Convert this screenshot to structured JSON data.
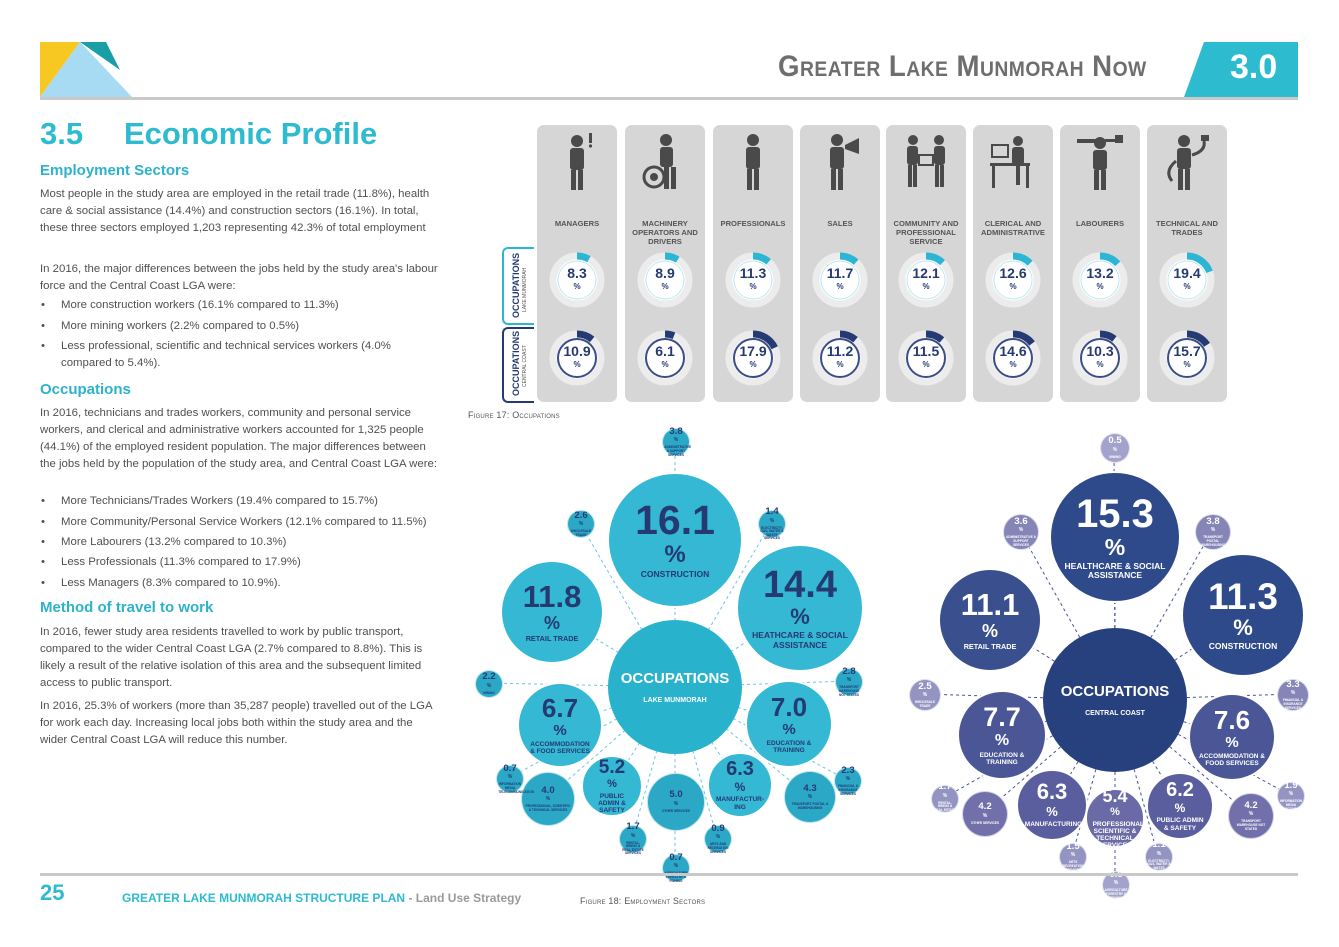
{
  "header": {
    "title": "Greater Lake Munmorah Now",
    "section": "3.0"
  },
  "colors": {
    "accent": "#2dbbd0",
    "yellow": "#f7c821",
    "teal_dark": "#189ea4",
    "light_blue": "#a6dbf3",
    "lake_bubble": "#34b8d3",
    "coast_bubble": "#2e4a8a",
    "lake_ring": "#2db5d4",
    "coast_ring": "#253a73"
  },
  "section": {
    "number": "3.5",
    "title": "Economic Profile"
  },
  "employment": {
    "heading": "Employment Sectors",
    "p1": "Most people in the study area are employed in the retail trade (11.8%), health care & social assistance (14.4%) and construction sectors (16.1%). In total, these three sectors employed 1,203 representing 42.3% of total employment",
    "p2": "In 2016, the major differences between the jobs held by the study area's labour force and the Central Coast LGA were:",
    "bullets": [
      "More construction workers (16.1% compared to 11.3%)",
      "More mining workers (2.2% compared to 0.5%)",
      "Less professional, scientific and technical services workers (4.0% compared to 5.4%)."
    ]
  },
  "occupations_text": {
    "heading": "Occupations",
    "p1": "In 2016, technicians and trades workers, community and personal service workers, and clerical and administrative workers accounted for 1,325 people (44.1%) of the employed resident population. The major differences between the jobs held by the population of the study area, and Central Coast LGA were:",
    "bullets": [
      "More Technicians/Trades Workers (19.4% compared to 15.7%)",
      "More Community/Personal Service Workers (12.1% compared to 11.5%)",
      "More Labourers (13.2% compared to 10.3%)",
      "Less Professionals (11.3% compared to 17.9%)",
      "Less Managers (8.3% compared to 10.9%)."
    ]
  },
  "travel": {
    "heading": "Method of travel to work",
    "p1": "In 2016, fewer study area residents travelled to work by public transport, compared to the wider Central Coast LGA (2.7% compared to 8.8%). This is likely a result of the relative isolation of this area and the subsequent limited access to public transport.",
    "p2": "In 2016, 25.3% of workers (more than 35,287 people) travelled out of the LGA for work each day. Increasing local jobs both within the study area and the wider Central Coast LGA will reduce this number."
  },
  "occupations_figure": {
    "caption": "Figure 17: Occupations",
    "row_lake_title": "OCCUPATIONS",
    "row_lake_sub": "LAKE MUNMORAH",
    "row_coast_title": "OCCUPATIONS",
    "row_coast_sub": "CENTRAL COAST",
    "percent": "%",
    "cards": [
      {
        "label": "MANAGERS",
        "icon": "manager-icon",
        "lake": 8.3,
        "coast": 10.9
      },
      {
        "label": "MACHINERY OPERATORS AND DRIVERS",
        "icon": "machinery-icon",
        "lake": 8.9,
        "coast": 6.1
      },
      {
        "label": "PROFESSIONALS",
        "icon": "professional-icon",
        "lake": 11.3,
        "coast": 17.9
      },
      {
        "label": "SALES",
        "icon": "sales-icon",
        "lake": 11.7,
        "coast": 11.2
      },
      {
        "label": "COMMUNITY AND PROFESSIONAL SERVICE",
        "icon": "community-icon",
        "lake": 12.1,
        "coast": 11.5
      },
      {
        "label": "CLERICAL AND ADMINISTRATIVE",
        "icon": "clerical-icon",
        "lake": 12.6,
        "coast": 14.6
      },
      {
        "label": "LABOURERS",
        "icon": "labourer-icon",
        "lake": 13.2,
        "coast": 10.3
      },
      {
        "label": "TECHNICAL AND TRADES",
        "icon": "technical-icon",
        "lake": 19.4,
        "coast": 15.7
      }
    ]
  },
  "sectors_figure": {
    "caption": "Figure 18: Employment Sectors",
    "lake": {
      "title": "OCCUPATIONS",
      "sub": "LAKE MUNMORAH",
      "bubbles": [
        {
          "v": "16.1",
          "l": "CONSTRUCTION"
        },
        {
          "v": "14.4",
          "l": "HEATHCARE & SOCIAL ASSISTANCE"
        },
        {
          "v": "11.8",
          "l": "RETAIL TRADE"
        },
        {
          "v": "7.0",
          "l": "EDUCATION & TRAINING"
        },
        {
          "v": "6.7",
          "l": "ACCOMMODATION & FOOD SERVICES"
        },
        {
          "v": "6.3",
          "l": "MANUFACTUR-ING"
        },
        {
          "v": "5.2",
          "l": "PUBLIC ADMIN & SAFETY"
        },
        {
          "v": "5.0",
          "l": "OTHER SERVICES"
        },
        {
          "v": "4.3",
          "l": "TRANSPORT POSTAL & WAREHOUSING"
        },
        {
          "v": "4.0",
          "l": "PROFESSIONAL, SCIENTIFIC & TECHNICAL SERVICES"
        },
        {
          "v": "3.8",
          "l": "ADMINISTRATIVE & SUPPORT SERVICES"
        },
        {
          "v": "2.8",
          "l": "TRANSPORT WAREHOUSE NOT STATED"
        },
        {
          "v": "2.6",
          "l": "WHOLESALE TRADE"
        },
        {
          "v": "2.3",
          "l": "FINANCIAL & INSURANCE SERVICES"
        },
        {
          "v": "2.2",
          "l": "MINING"
        },
        {
          "v": "1.7",
          "l": "RENTAL, HIRING & REAL ESTATE SERVICES"
        },
        {
          "v": "1.4",
          "l": "ELECTRICITY, GAS, WATER & WASTE SERVICES"
        },
        {
          "v": "0.9",
          "l": "ARTS AND RECREATION SERVICES"
        },
        {
          "v": "0.7",
          "l": "INFORMATION MEDIA TELECOMMUNICATION"
        },
        {
          "v": "0.7",
          "l": "AGRICULTURE FORESTRY & FISHING"
        }
      ]
    },
    "coast": {
      "title": "OCCUPATIONS",
      "sub": "CENTRAL COAST",
      "bubbles": [
        {
          "v": "15.3",
          "l": "HEALTHCARE & SOCIAL ASSISTANCE"
        },
        {
          "v": "11.3",
          "l": "CONSTRUCTION"
        },
        {
          "v": "11.1",
          "l": "RETAIL TRADE"
        },
        {
          "v": "7.7",
          "l": "EDUCATION & TRAINING"
        },
        {
          "v": "7.6",
          "l": "ACCOMMODATION & FOOD SERVICES"
        },
        {
          "v": "6.3",
          "l": "MANUFACTURING"
        },
        {
          "v": "6.2",
          "l": "PUBLIC ADMIN & SAFETY"
        },
        {
          "v": "5.4",
          "l": "PROFESSIONAL, SCIENTIFIC & TECHNICAL SERVICES"
        },
        {
          "v": "4.2",
          "l": "OTHER SERVICES"
        },
        {
          "v": "4.2",
          "l": "TRANSPORT WAREHOUSE NOT STATED"
        },
        {
          "v": "3.8",
          "l": "TRANSPORT POSTAL WAREHOUSING"
        },
        {
          "v": "3.6",
          "l": "ADMINISTRATIVE & SUPPORT SERVICES"
        },
        {
          "v": "3.3",
          "l": "FINANCIAL & INSURANCE SERVICES"
        },
        {
          "v": "2.5",
          "l": "WHOLESALE TRADE"
        },
        {
          "v": "1.9",
          "l": "INFORMATION MEDIA TELECOMMUNICATION"
        },
        {
          "v": "1.7",
          "l": "RENTAL, HIRING & REAL ESTATE SERVICES"
        },
        {
          "v": "1.5",
          "l": "ARTS RECREATION SERVICES"
        },
        {
          "v": "1.1",
          "l": "ELECTRICITY, GAS, WATER & WASTE SERVICES"
        },
        {
          "v": "0.8",
          "l": "AGRICULTURE FORESTRY & FISHING"
        },
        {
          "v": "0.5",
          "l": "MINING"
        }
      ]
    }
  },
  "footer": {
    "page": "25",
    "title": "GREATER LAKE MUNMORAH STRUCTURE PLAN",
    "sub": " - Land Use Strategy"
  }
}
